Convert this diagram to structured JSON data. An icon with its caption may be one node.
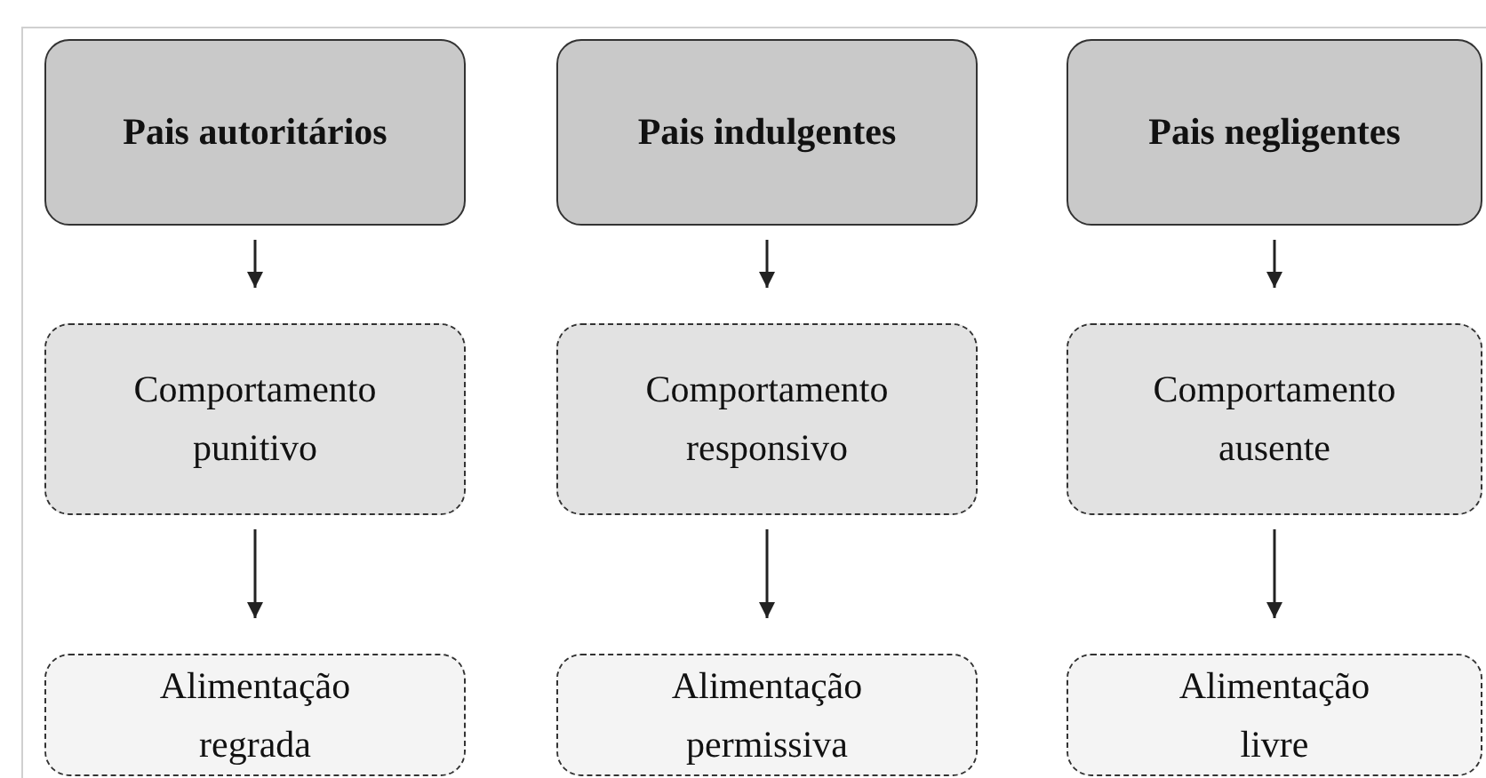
{
  "diagram": {
    "nodes": [
      {
        "text": [
          "Pais autoritários"
        ]
      },
      {
        "text": [
          "Pais indulgentes"
        ]
      },
      {
        "text": [
          "Pais negligentes"
        ]
      },
      {
        "text": [
          "Comportamento punitivo"
        ]
      },
      {
        "text": [
          "Comportamento responsivo"
        ]
      },
      {
        "text": [
          "Comportamento ausente"
        ]
      },
      {
        "text": [
          "Alimentação regrada"
        ]
      },
      {
        "text": [
          "Alimentação permissiva"
        ]
      },
      {
        "text": [
          "Alimentação livre"
        ]
      }
    ],
    "edges": [
      {
        "from": 0,
        "to": 3,
        "arrow": "to"
      },
      {
        "from": 3,
        "to": 6,
        "arrow": "to"
      },
      {
        "from": 1,
        "to": 4,
        "arrow": "to"
      },
      {
        "from": 4,
        "to": 7,
        "arrow": "to"
      },
      {
        "from": 2,
        "to": 5,
        "arrow": "to"
      },
      {
        "from": 5,
        "to": 8,
        "arrow": "to"
      }
    ]
  }
}
